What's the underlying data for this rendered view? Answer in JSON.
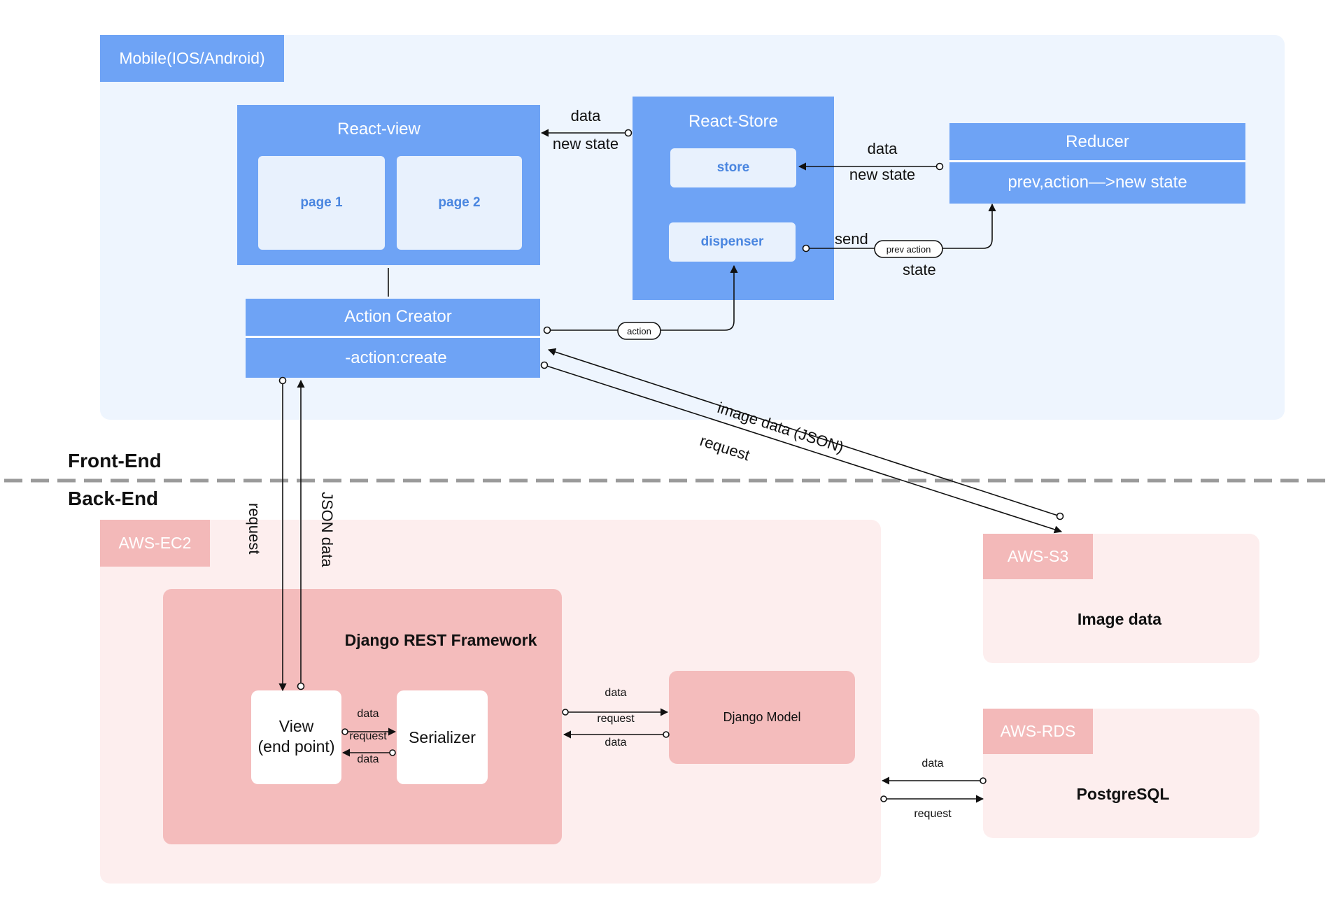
{
  "mobile": {
    "title": "Mobile(IOS/Android)",
    "react_view": {
      "title": "React-view",
      "page1": "page 1",
      "page2": "page 2"
    },
    "react_store": {
      "title": "React-Store",
      "store": "store",
      "dispenser": "dispenser"
    },
    "reducer": {
      "title": "Reducer",
      "body": "prev,action—>new state"
    },
    "action_creator": {
      "title": "Action Creator",
      "body": "-action:create"
    }
  },
  "edges": {
    "store_to_view_top": "data",
    "store_to_view_bottom": "new state",
    "reducer_to_store_top": "data",
    "reducer_to_store_bottom": "new state",
    "dispenser_send": "send",
    "prev_action_pill": "prev action",
    "state": "state",
    "action_pill": "action",
    "s3_image_data": "image data (JSON)",
    "s3_request": "request",
    "ec2_request": "request",
    "ec2_json": "JSON data",
    "view_ser_data1": "data",
    "view_ser_request": "request",
    "view_ser_data2": "data",
    "drf_model_data1": "data",
    "drf_model_request": "request",
    "drf_model_data2": "data",
    "rds_data": "data",
    "rds_request": "request"
  },
  "divider": {
    "front": "Front-End",
    "back": "Back-End"
  },
  "backend": {
    "ec2_tag": "AWS-EC2",
    "drf_title": "Django REST Framework",
    "view_line1": "View",
    "view_line2": "(end point)",
    "serializer": "Serializer",
    "django_model": "Django Model",
    "s3_tag": "AWS-S3",
    "s3_body": "Image data",
    "rds_tag": "AWS-RDS",
    "rds_body": "PostgreSQL"
  },
  "colors": {
    "blue_accent": "#6ea3f5",
    "blue_region": "#eef5fe",
    "pink_accent": "#f3b9b9",
    "pink_region": "#fdeeee"
  }
}
